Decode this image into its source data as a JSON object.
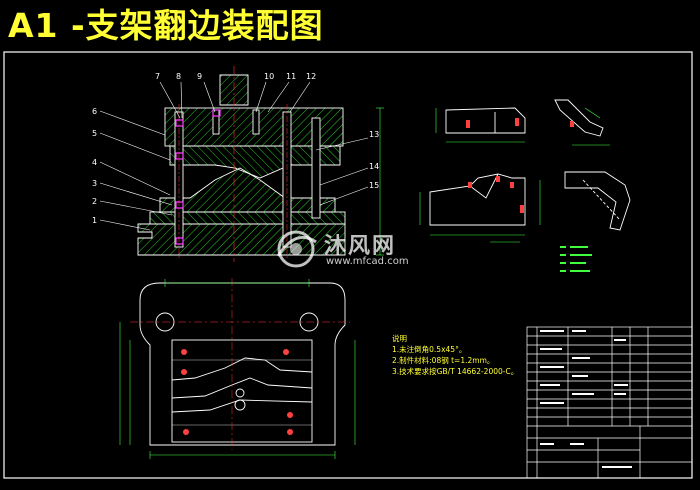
{
  "title": "A1 -支架翻边装配图",
  "watermark": {
    "brand": "沐风网",
    "url": "www.mfcad.com"
  },
  "callouts": [
    "1",
    "2",
    "3",
    "4",
    "5",
    "6",
    "7",
    "8",
    "9",
    "10",
    "11",
    "12",
    "13",
    "14",
    "15"
  ],
  "notes": {
    "heading": "说明",
    "lines": [
      "1.未注倒角0.5x45°。",
      "2.制件材料:08钢 t=1.2mm。",
      "3.技术要求按GB/T 14662-2000-C。"
    ]
  },
  "colors": {
    "frame": "#ffffff",
    "outline": "#ffffff",
    "hatch": "#30ff30",
    "accent": "#ff4040",
    "center": "#ff3030",
    "pins": "#ff40ff",
    "dim": "#40ff40",
    "yellow": "#ffff33"
  }
}
